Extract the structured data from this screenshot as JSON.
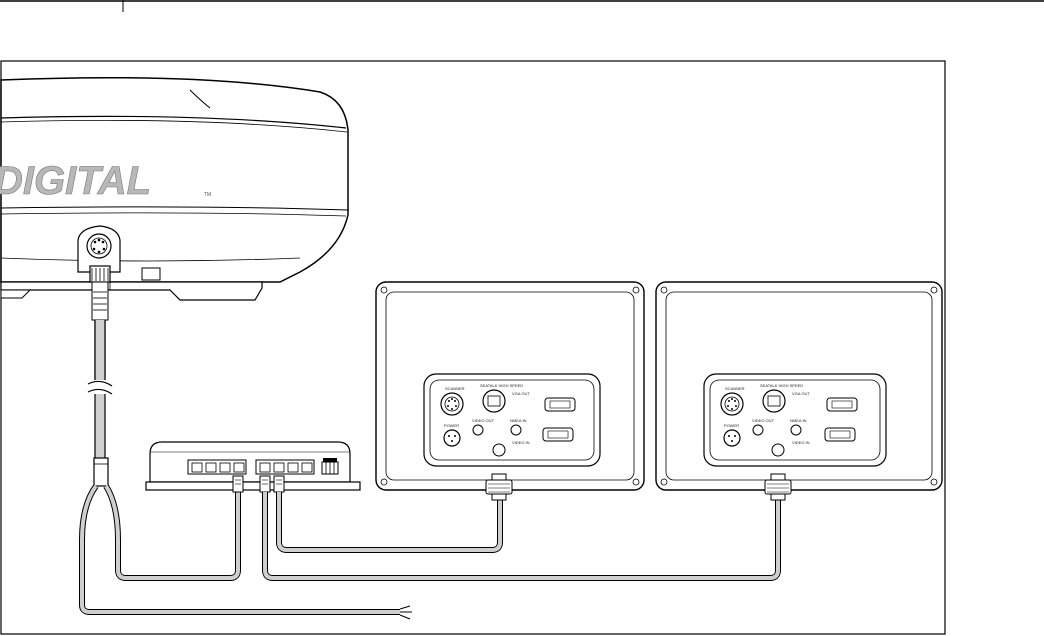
{
  "radar": {
    "brand_text": "DIGITAL",
    "trademark": "TM"
  },
  "displays": [
    {
      "connector_labels": {
        "scanner": "SCANNER",
        "seatalk_hs": "SEATALK HIGH SPEED",
        "vga_out": "VGA OUT",
        "power": "POWER",
        "video_out": "VIDEO OUT",
        "nmea_in": "NMEA IN",
        "video_in": "VIDEO IN"
      }
    },
    {
      "connector_labels": {
        "scanner": "SCANNER",
        "seatalk_hs": "SEATALK HIGH SPEED",
        "vga_out": "VGA OUT",
        "power": "POWER",
        "video_out": "VIDEO OUT",
        "nmea_in": "NMEA IN",
        "video_in": "VIDEO IN"
      }
    }
  ]
}
